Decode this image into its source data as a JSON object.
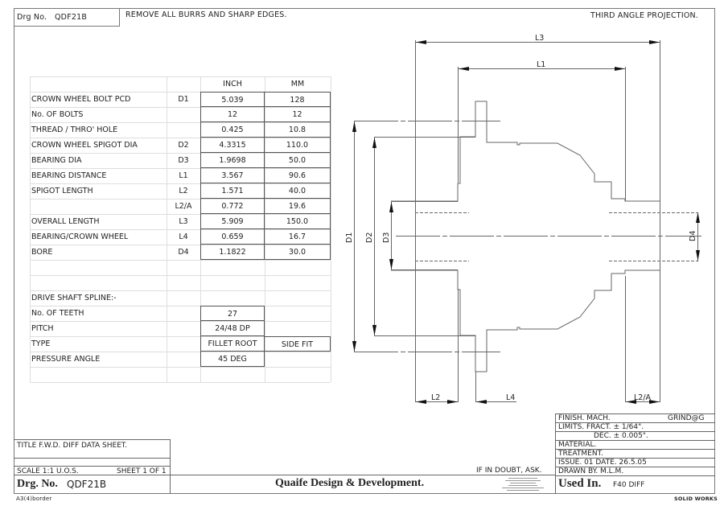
{
  "header": {
    "drg_label": "Drg No.",
    "drg_number": "QDF21B",
    "note": "REMOVE ALL BURRS AND SHARP EDGES.",
    "projection": "THIRD ANGLE PROJECTION."
  },
  "table": {
    "columns": [
      "",
      "",
      "INCH",
      "MM"
    ],
    "rows": [
      {
        "label": "CROWN WHEEL BOLT PCD",
        "ref": "D1",
        "inch": "5.039",
        "mm": "128"
      },
      {
        "label": "No. OF BOLTS",
        "ref": "",
        "inch": "12",
        "mm": "12"
      },
      {
        "label": "THREAD / THRO' HOLE",
        "ref": "",
        "inch": "0.425",
        "mm": "10.8"
      },
      {
        "label": "CROWN WHEEL SPIGOT DIA",
        "ref": "D2",
        "inch": "4.3315",
        "mm": "110.0"
      },
      {
        "label": "BEARING DIA",
        "ref": "D3",
        "inch": "1.9698",
        "mm": "50.0"
      },
      {
        "label": "BEARING DISTANCE",
        "ref": "L1",
        "inch": "3.567",
        "mm": "90.6"
      },
      {
        "label": "SPIGOT LENGTH",
        "ref": "L2",
        "inch": "1.571",
        "mm": "40.0"
      },
      {
        "label": "",
        "ref": "L2/A",
        "inch": "0.772",
        "mm": "19.6"
      },
      {
        "label": "OVERALL LENGTH",
        "ref": "L3",
        "inch": "5.909",
        "mm": "150.0"
      },
      {
        "label": "BEARING/CROWN WHEEL",
        "ref": "L4",
        "inch": "0.659",
        "mm": "16.7"
      },
      {
        "label": "BORE",
        "ref": "D4",
        "inch": "1.1822",
        "mm": "30.0"
      }
    ],
    "spline_heading": "DRIVE SHAFT SPLINE:-",
    "spline_rows": [
      {
        "label": "No. OF TEETH",
        "value": "27",
        "extra": ""
      },
      {
        "label": "PITCH",
        "value": "24/48 DP",
        "extra": ""
      },
      {
        "label": "TYPE",
        "value": "FILLET ROOT",
        "extra": "SIDE FIT"
      },
      {
        "label": "PRESSURE ANGLE",
        "value": "45 DEG",
        "extra": ""
      }
    ]
  },
  "drawing": {
    "dims": {
      "L3": "L3",
      "L1": "L1",
      "L2": "L2",
      "L4": "L4",
      "L2A": "L2/A",
      "D1": "D1",
      "D2": "D2",
      "D3": "D3",
      "D4": "D4"
    }
  },
  "title_block": {
    "title": "TITLE  F.W.D. DIFF DATA SHEET.",
    "scale": "SCALE 1:1 U.O.S.",
    "sheet": "SHEET 1 OF 1",
    "drg_label": "Drg. No.",
    "drg_number": "QDF21B",
    "if_in_doubt": "IF IN DOUBT, ASK.",
    "company": "Quaife Design & Development.",
    "finish_label": "FINISH. MACH.",
    "finish_value": "GRIND@G",
    "limits_fract": "LIMITS. FRACT. ± 1/64\".",
    "limits_dec": "DEC. ± 0.005\".",
    "material": "MATERIAL.",
    "treatment": "TREATMENT.",
    "issue": "ISSUE. 01   DATE. 26.5.05",
    "drawn_by": "DRAWN BY. M.L.M.",
    "used_in_label": "Used In.",
    "used_in_value": "F40 DIFF"
  },
  "footer": {
    "border_name": "A3(4)border",
    "software": "SOLID WORKS"
  }
}
